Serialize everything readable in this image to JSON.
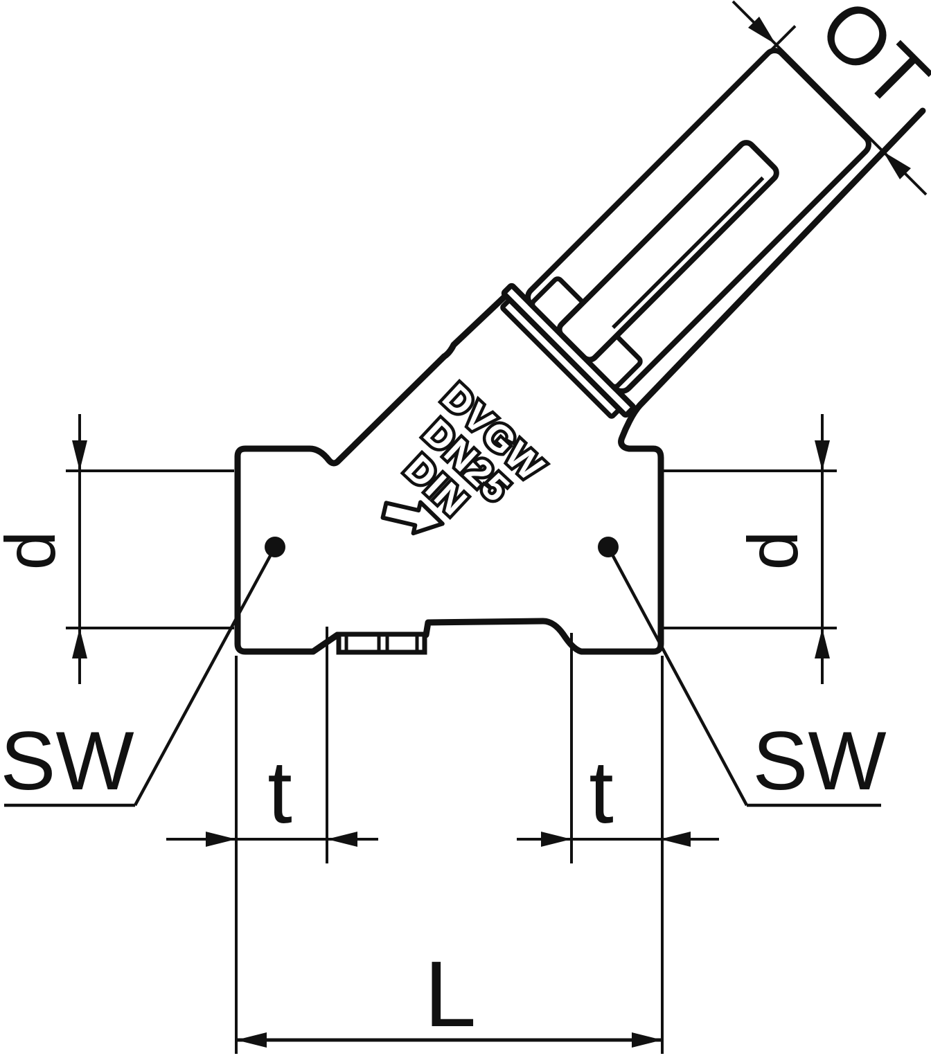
{
  "drawing": {
    "background_color": "#ffffff",
    "line_color": "#111111",
    "dimension_labels": {
      "ot": "OT",
      "d_left": "d",
      "d_right": "d",
      "sw_left": "SW",
      "sw_right": "SW",
      "t_left": "t",
      "t_right": "t",
      "length": "L"
    },
    "embossed_text": {
      "line1": "DVGW",
      "line2": "DN25",
      "line3": "DIN"
    }
  }
}
